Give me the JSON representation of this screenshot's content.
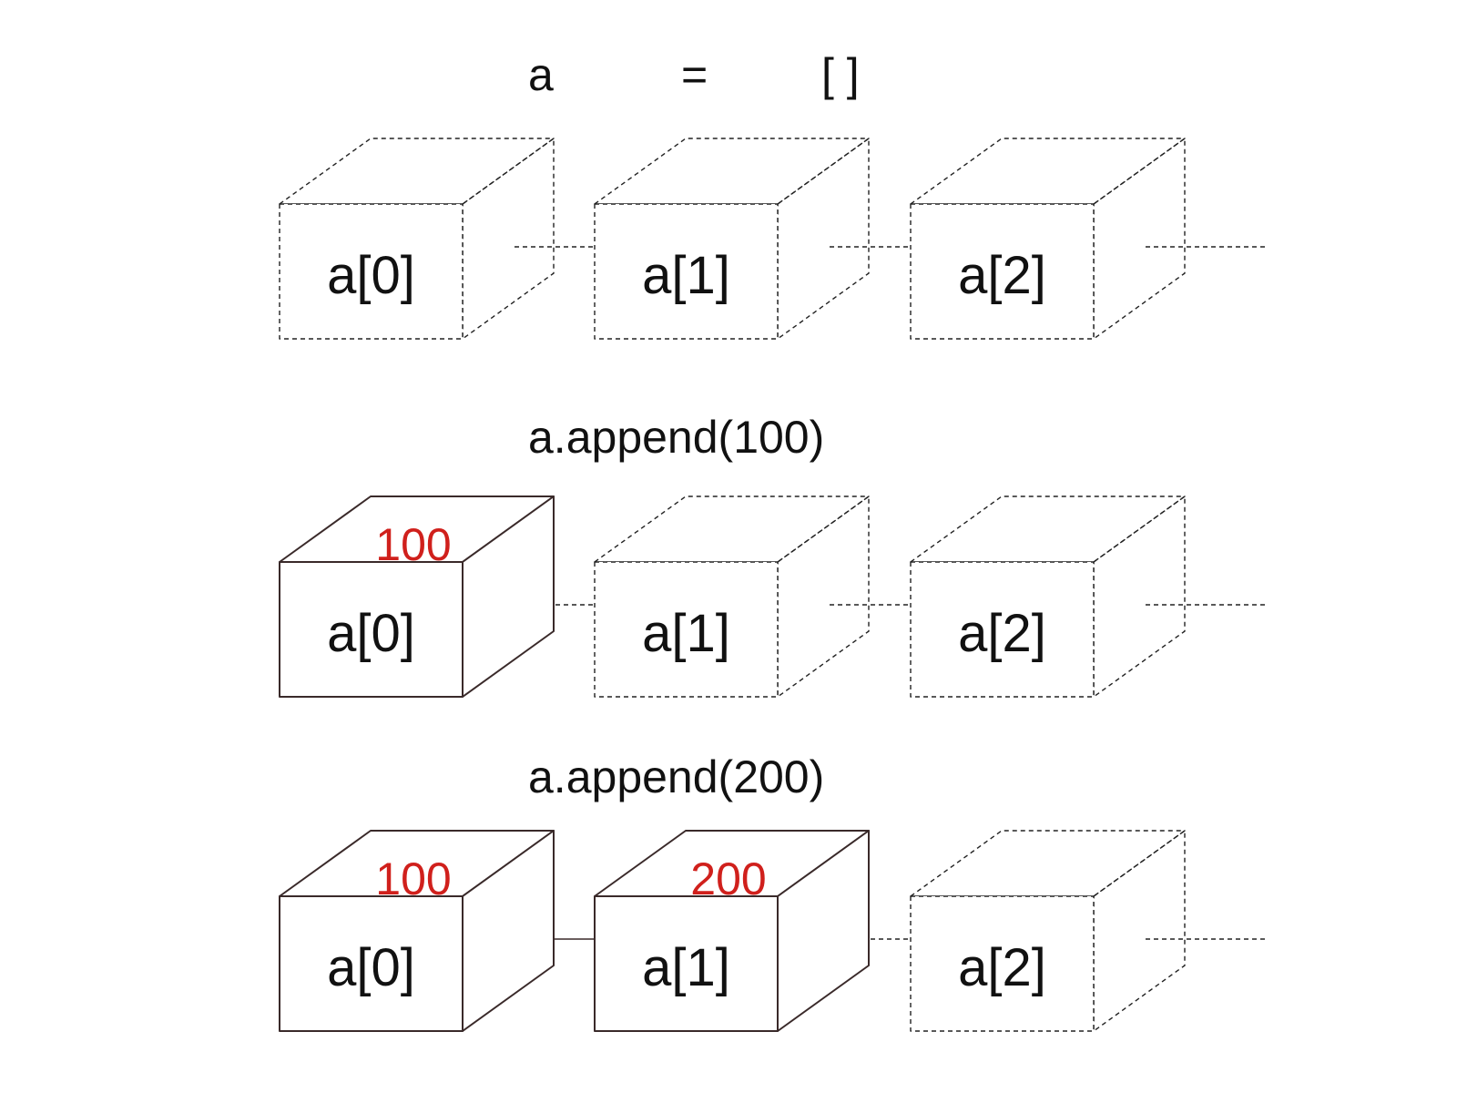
{
  "statements": {
    "init": {
      "name": "a",
      "equals": "=",
      "value": "[ ]"
    },
    "append_100": "a.append(100)",
    "append_200": "a.append(200)"
  },
  "colors": {
    "stroke_filled": "#3a2a2a",
    "stroke_empty": "#222222",
    "value_text": "#d0201c",
    "text": "#111111"
  },
  "rows": [
    {
      "row_name": "empty-list",
      "cells": [
        {
          "index": "a[0]",
          "filled": false,
          "value": ""
        },
        {
          "index": "a[1]",
          "filled": false,
          "value": ""
        },
        {
          "index": "a[2]",
          "filled": false,
          "value": ""
        }
      ]
    },
    {
      "row_name": "after-append-100",
      "cells": [
        {
          "index": "a[0]",
          "filled": true,
          "value": "100"
        },
        {
          "index": "a[1]",
          "filled": false,
          "value": ""
        },
        {
          "index": "a[2]",
          "filled": false,
          "value": ""
        }
      ]
    },
    {
      "row_name": "after-append-200",
      "cells": [
        {
          "index": "a[0]",
          "filled": true,
          "value": "100"
        },
        {
          "index": "a[1]",
          "filled": true,
          "value": "200"
        },
        {
          "index": "a[2]",
          "filled": false,
          "value": ""
        }
      ]
    }
  ]
}
